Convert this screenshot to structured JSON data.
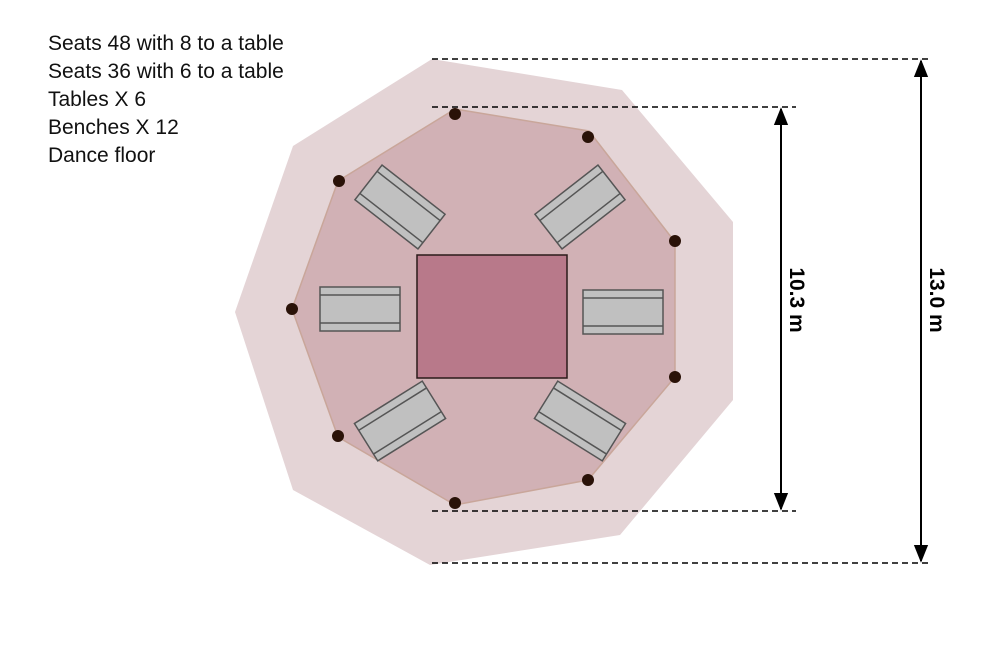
{
  "info_lines": [
    "Seats 48 with 8 to a table",
    "Seats 36 with 6 to a table",
    "Tables X 6",
    "Benches X 12",
    "Dance floor"
  ],
  "dimensions": {
    "inner_label": "10.3 m",
    "outer_label": "13.0 m"
  },
  "colors": {
    "outer_octagon": "#e4d4d6",
    "inner_octagon": "#d1b1b5",
    "inner_outline": "#c9a69a",
    "dance_floor": "#b8798a",
    "table": "#c0c0c0",
    "table_outline": "#555555",
    "pole": "#2a1208"
  },
  "icons": {
    "pole": "pole-dot-icon",
    "arrow": "double-arrow-icon"
  }
}
